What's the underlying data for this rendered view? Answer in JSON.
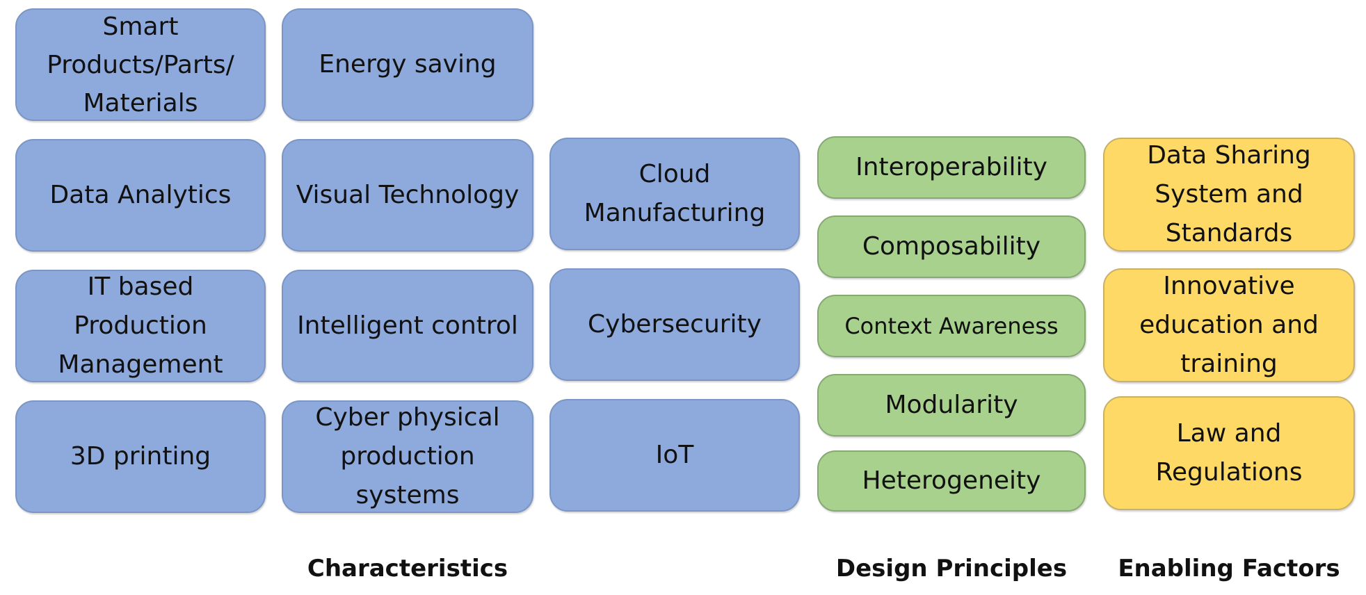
{
  "characteristics": [
    "Smart Products/Parts/ Materials",
    "Energy saving",
    "Data Analytics",
    "Visual Technology",
    "Cloud Manufacturing",
    "IT based Production Management",
    "Intelligent control",
    "Cybersecurity",
    "3D printing",
    "Cyber physical production systems",
    "IoT"
  ],
  "design_principles": [
    "Interoperability",
    "Composability",
    "Context Awareness",
    "Modularity",
    "Heterogeneity"
  ],
  "enabling_factors": [
    "Data Sharing System and Standards",
    "Innovative education and training",
    "Law and Regulations"
  ],
  "labels": {
    "characteristics": "Characteristics",
    "design_principles": "Design Principles",
    "enabling_factors": "Enabling Factors"
  },
  "colors": {
    "characteristics": "#8eaadc",
    "design_principles": "#a9d18e",
    "enabling_factors": "#ffd966"
  }
}
